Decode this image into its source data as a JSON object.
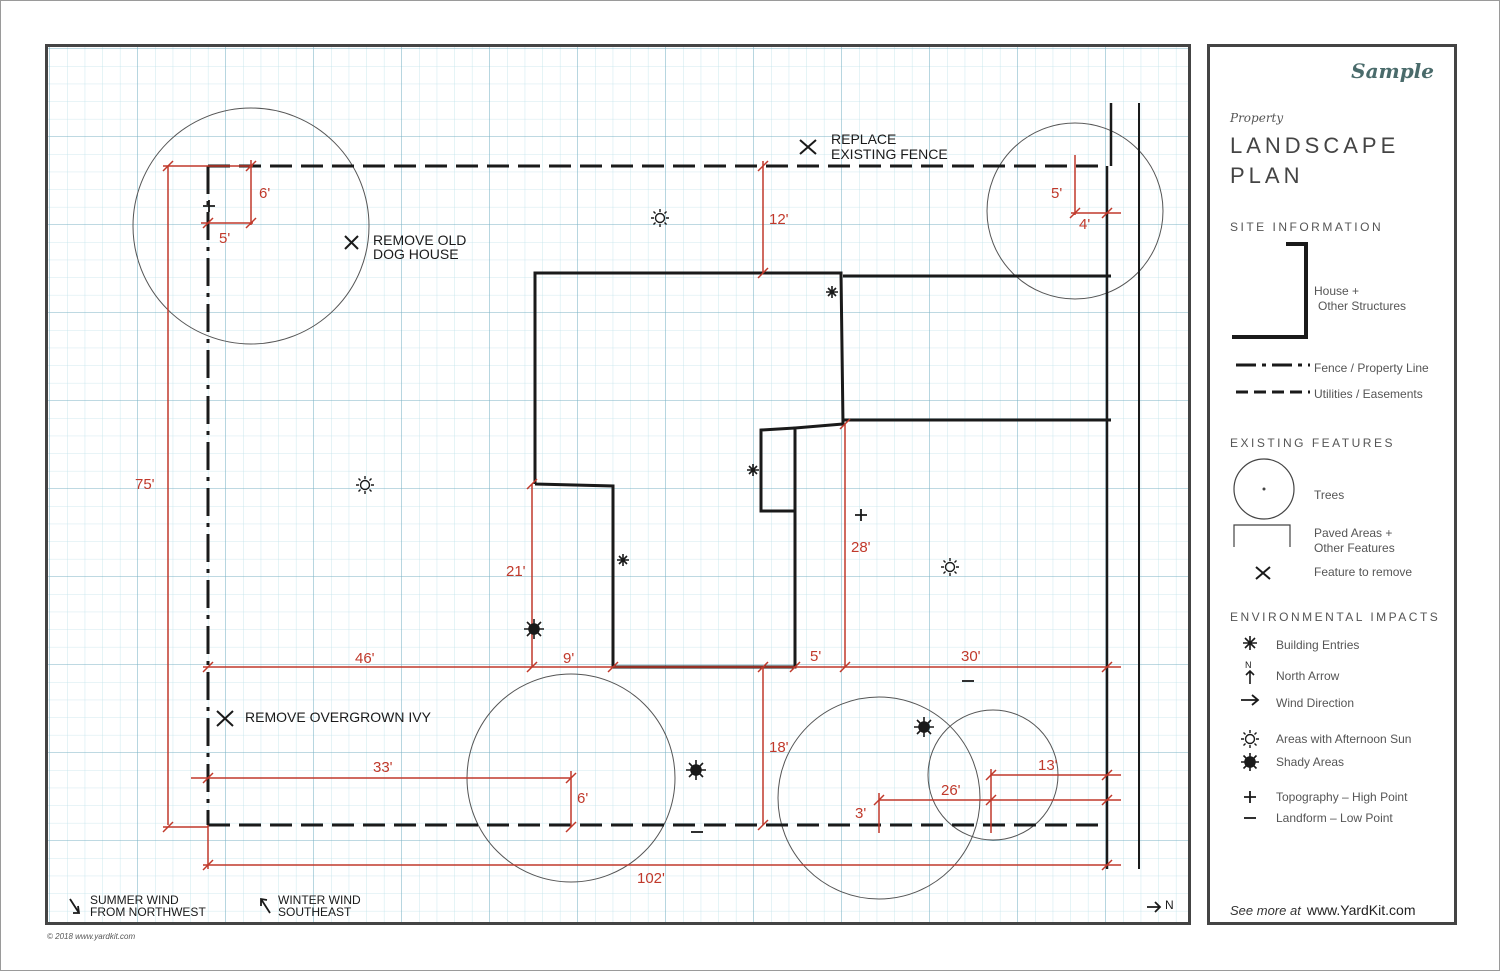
{
  "annotations": {
    "replace_fence": [
      "REPLACE",
      "EXISTING FENCE"
    ],
    "remove_dog_house": [
      "REMOVE OLD",
      "DOG HOUSE"
    ],
    "remove_ivy": "REMOVE OVERGROWN IVY",
    "summer_wind": [
      "SUMMER WIND",
      "FROM NORTHWEST"
    ],
    "winter_wind": [
      "WINTER WIND",
      "SOUTHEAST"
    ],
    "north_label": "N"
  },
  "dimensions": {
    "d6_top": "6'",
    "d5_left": "5'",
    "d12": "12'",
    "d5_right": "5'",
    "d4": "4'",
    "d75": "75'",
    "d21": "21'",
    "d28": "28'",
    "d46": "46'",
    "d9": "9'",
    "d5_mid": "5'",
    "d30": "30'",
    "d33": "33'",
    "d6_bottom": "6'",
    "d18": "18'",
    "d13": "13'",
    "d26": "26'",
    "d3": "3'",
    "d102": "102'"
  },
  "copyright": "© 2018  www.yardkit.com",
  "sidebar": {
    "sample": "Sample",
    "property": "Property",
    "title_line1": "LANDSCAPE",
    "title_line2": "PLAN",
    "site_information": "SITE INFORMATION",
    "house_label": [
      "House +",
      "Other Structures"
    ],
    "fence_label": "Fence / Property Line",
    "utilities_label": "Utilities / Easements",
    "existing_features": "EXISTING FEATURES",
    "trees_label": "Trees",
    "paved_label": [
      "Paved Areas +",
      "Other Features"
    ],
    "remove_label": "Feature to remove",
    "environmental_impacts": "ENVIRONMENTAL IMPACTS",
    "entries_label": "Building Entries",
    "north_arrow_label": "North Arrow",
    "wind_label": "Wind Direction",
    "sun_label": "Areas with Afternoon Sun",
    "shady_label": "Shady Areas",
    "high_label": "Topography – High Point",
    "low_label": "Landform – Low Point",
    "see_more": "See more at",
    "url": "www.YardKit.com"
  }
}
